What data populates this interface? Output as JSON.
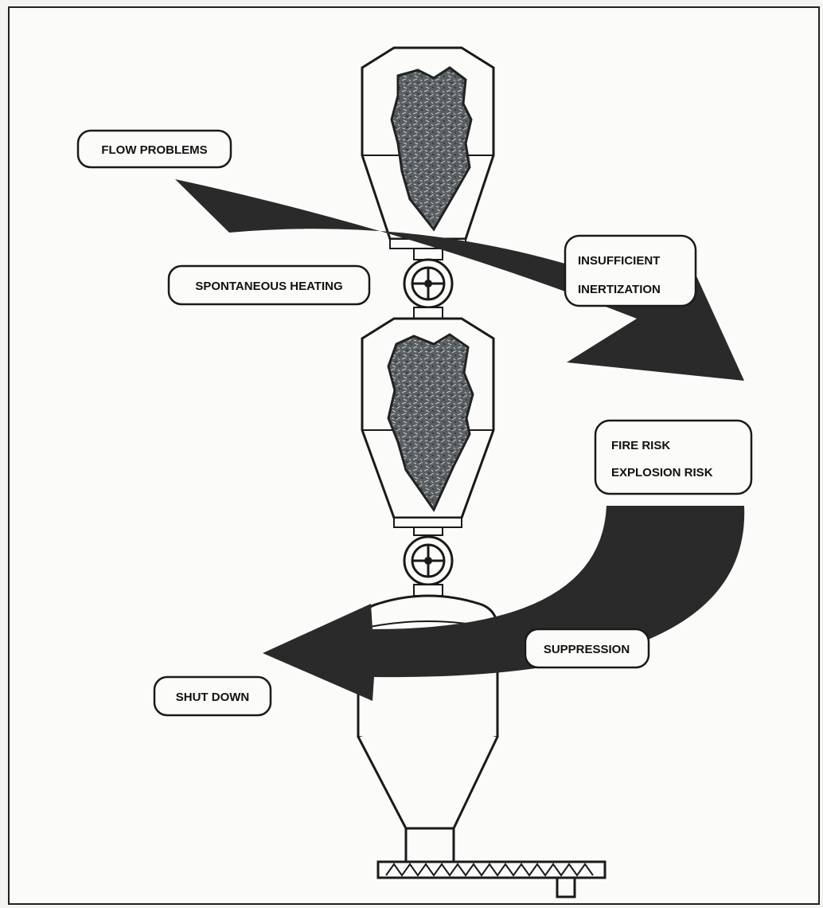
{
  "labels": {
    "flow_problems": "FLOW PROBLEMS",
    "spontaneous_heating": "SPONTANEOUS HEATING",
    "insufficient": "INSUFFICIENT",
    "inertization": "INERTIZATION",
    "fire_risk": "FIRE RISK",
    "explosion_risk": "EXPLOSION RISK",
    "suppression": "SUPPRESSION",
    "shut_down": "SHUT DOWN"
  },
  "colors": {
    "arrow": "#2a2a2a",
    "outline": "#1a1a1a",
    "material": "#5a5f63",
    "background": "#fbfbf9"
  }
}
